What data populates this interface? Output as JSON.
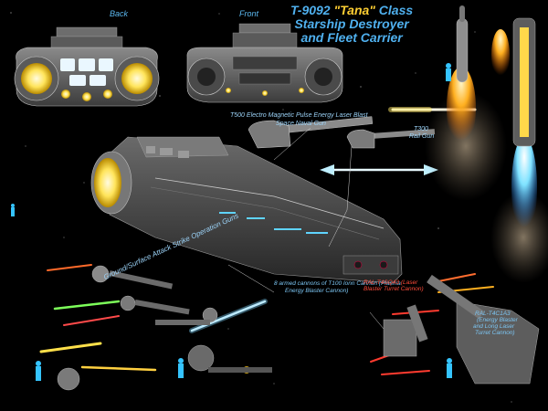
{
  "views": {
    "back": "Back",
    "front": "Front"
  },
  "title": {
    "part1": "T-9092 ",
    "quote_name": "\"Tana\"",
    "part2": " Class",
    "line2": "Starship Destroyer",
    "line3": "and Fleet Carrier"
  },
  "callouts": {
    "laser_gun": "T500 Electro Magnetic Pulse Energy Laser Blast",
    "naval_gun": "Space Naval Gun",
    "rail_gun_line1": "T300",
    "rail_gun_line2": "Rail Gun",
    "attack_guns": "Ground/Surface Attack Strike Operation Guns",
    "cannons_line1": "8 armed cannons of T100 Ionn Cannon (Plasma",
    "cannons_line2": "Energy Blaster Cannon)",
    "turret_left_line1": "RAL-T4SQ43 (Laser",
    "turret_left_line2": "Blaster Turret Cannon)",
    "turret_right_line1": "RAL-T4C1A3",
    "turret_right_line2": "(Energy Blaster",
    "turret_right_line3": "and Long Laser",
    "turret_right_line4": "Turret Cannon)"
  },
  "colors": {
    "label_blue": "#4fb0ee",
    "accent_yellow": "#ffcf33",
    "laser_red": "#ff3b2f",
    "hull_gray": "#5c5c5c"
  }
}
